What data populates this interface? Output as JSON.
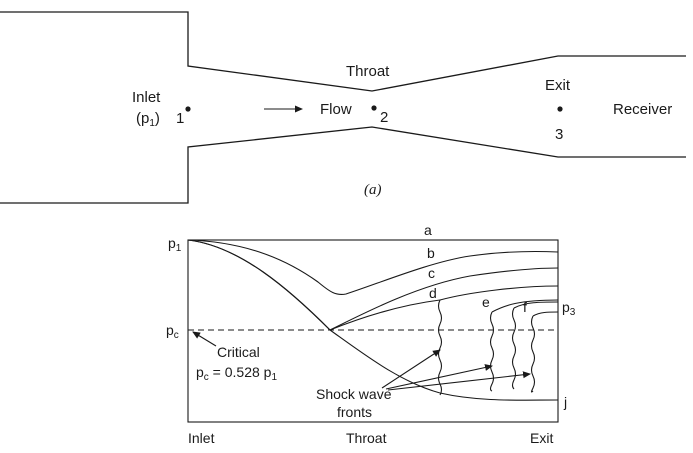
{
  "nozzle": {
    "label_inlet": "Inlet",
    "label_p1": "(p",
    "label_p1_sub": "1",
    "label_p1_close": ")",
    "point_1": "1",
    "label_flow": "Flow",
    "point_2": "2",
    "label_throat": "Throat",
    "label_exit": "Exit",
    "point_3": "3",
    "label_receiver": "Receiver",
    "caption": "(a)"
  },
  "plot": {
    "y_label_p1": "p",
    "y_label_p1_sub": "1",
    "y_label_pc": "p",
    "y_label_pc_sub": "c",
    "label_p3": "p",
    "label_p3_sub": "3",
    "curve_a": "a",
    "curve_b": "b",
    "curve_c": "c",
    "curve_d": "d",
    "curve_e": "e",
    "curve_f": "f",
    "curve_j": "j",
    "critical_line1": "Critical",
    "critical_line2_prefix": "p",
    "critical_line2_sub_c": "c",
    "critical_line2_mid": " = 0.528 p",
    "critical_line2_sub_1": "1",
    "shock_line1": "Shock wave",
    "shock_line2": "fronts",
    "x_inlet": "Inlet",
    "x_throat": "Throat",
    "x_exit": "Exit"
  }
}
